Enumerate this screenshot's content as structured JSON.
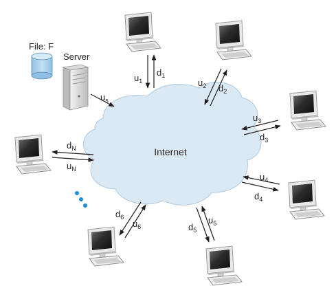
{
  "file": {
    "label": "File: F"
  },
  "server": {
    "label": "Server",
    "upload_label": "u",
    "upload_sub": "s"
  },
  "network": {
    "label": "Internet"
  },
  "peers": [
    {
      "u": "u",
      "u_sub": "1",
      "d": "d",
      "d_sub": "1"
    },
    {
      "u": "u",
      "u_sub": "2",
      "d": "d",
      "d_sub": "2"
    },
    {
      "u": "u",
      "u_sub": "3",
      "d": "d",
      "d_sub": "3"
    },
    {
      "u": "u",
      "u_sub": "4",
      "d": "d",
      "d_sub": "4"
    },
    {
      "u": "u",
      "u_sub": "5",
      "d": "d",
      "d_sub": "5"
    },
    {
      "u": "u",
      "u_sub": "6",
      "d": "d",
      "d_sub": "6"
    },
    {
      "u": "u",
      "u_sub": "N",
      "d": "d",
      "d_sub": "N"
    }
  ],
  "ellipsis": "…",
  "colors": {
    "cloud_fill": "#dbe9f4",
    "cloud_stroke": "#b9cfe0",
    "cylinder": "#a9cde9",
    "dots": "#1a8ed8",
    "arrows": "#231f20",
    "monitor_screen": "#2a2a2a"
  }
}
